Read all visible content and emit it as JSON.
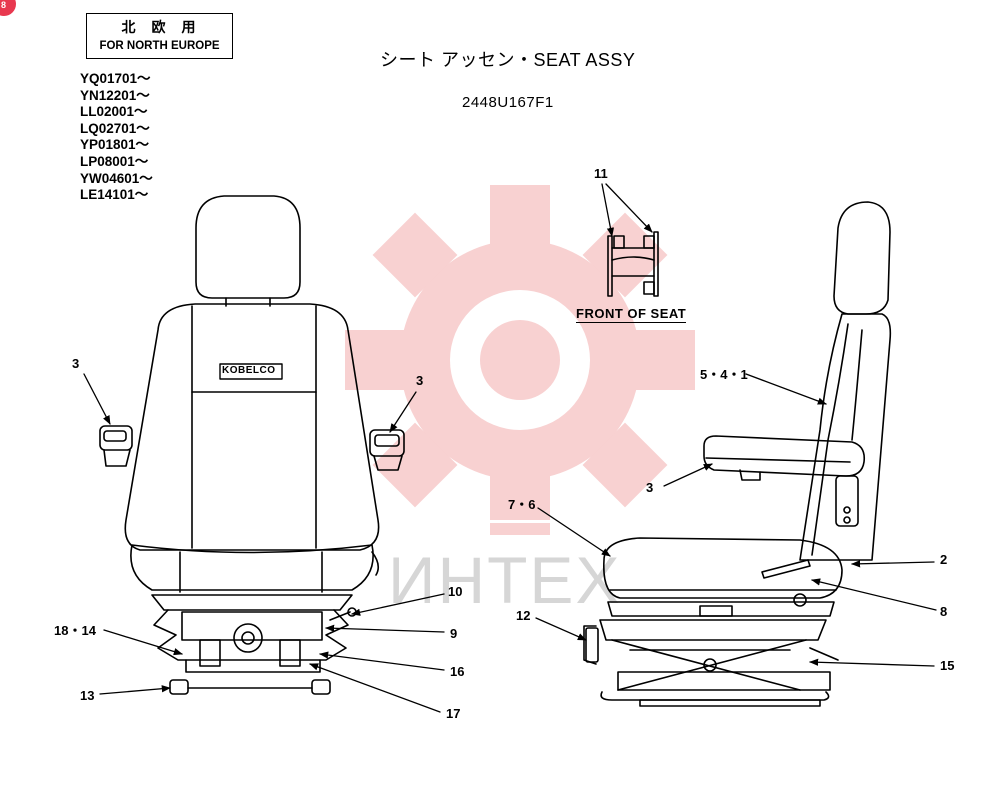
{
  "region": {
    "jp": "北欧用",
    "en": "FOR NORTH EUROPE"
  },
  "title": "シート アッセン・SEAT ASSY",
  "part_number": "2448U167F1",
  "serials": [
    "YQ01701～",
    "YN12201～",
    "LL02001～",
    "LQ02701～",
    "YP01801～",
    "LP08001～",
    "YW04601～",
    "LE14101～"
  ],
  "front_of_seat": "FRONT OF SEAT",
  "logo": "KOBELCO",
  "badge": "8",
  "watermark": "ИНТЕХ",
  "callouts": {
    "c3_left": "3",
    "c3_right": "3",
    "c11": "11",
    "c541": "5・4・1",
    "c3_side": "3",
    "c76": "7・6",
    "c2": "2",
    "c8": "8",
    "c10": "10",
    "c9": "9",
    "c1814": "18・14",
    "c16": "16",
    "c13": "13",
    "c17": "17",
    "c12": "12",
    "c15": "15"
  }
}
